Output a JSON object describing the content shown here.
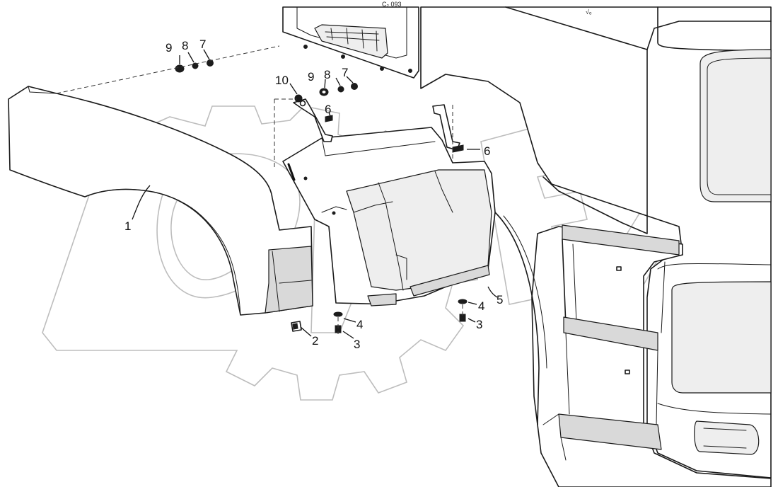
{
  "callouts": [
    "1",
    "2",
    "3",
    "3",
    "4",
    "4",
    "5",
    "6",
    "6",
    "7",
    "8",
    "9",
    "7",
    "8",
    "9",
    "10"
  ],
  "colors": {
    "ink": "#1a1a1a",
    "shade": "#d9d9d9",
    "watermark": "#bdbdbd"
  }
}
